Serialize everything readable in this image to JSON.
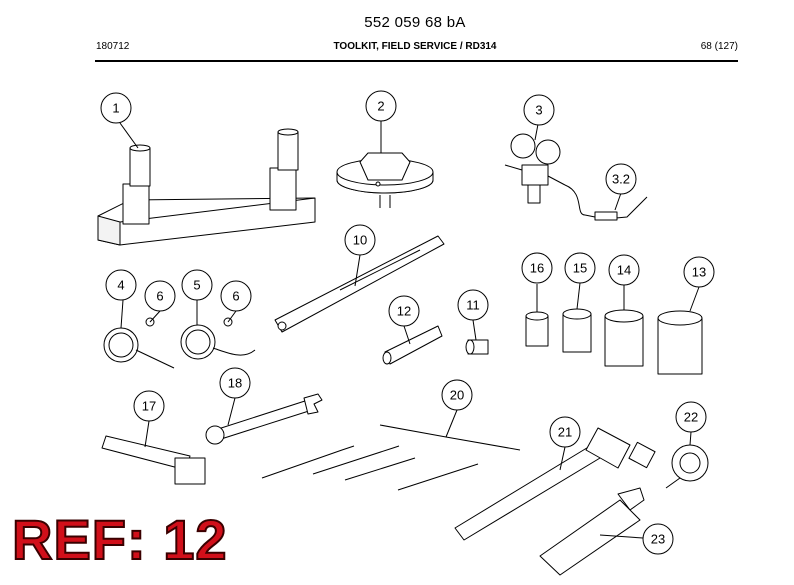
{
  "header": {
    "title": "552 059 68 bA",
    "date_code": "180712",
    "subtitle": "TOOLKIT, FIELD SERVICE / RD314",
    "page": "68 (127)"
  },
  "stamp": {
    "label": "REF: 12",
    "color": "#d10f1a"
  },
  "callouts": [
    "1",
    "2",
    "3",
    "3.2",
    "4",
    "5",
    "6",
    "6",
    "10",
    "11",
    "12",
    "13",
    "14",
    "15",
    "16",
    "17",
    "18",
    "20",
    "21",
    "22",
    "23"
  ]
}
